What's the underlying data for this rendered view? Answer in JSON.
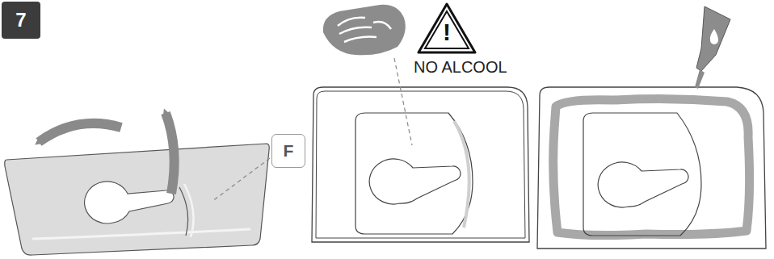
{
  "diagram": {
    "nodes": [
      {
        "text": [
          "7"
        ]
      },
      {
        "text": [
          "F"
        ]
      },
      {
        "text": [
          "!",
          "NO ALCOOL"
        ]
      }
    ]
  }
}
